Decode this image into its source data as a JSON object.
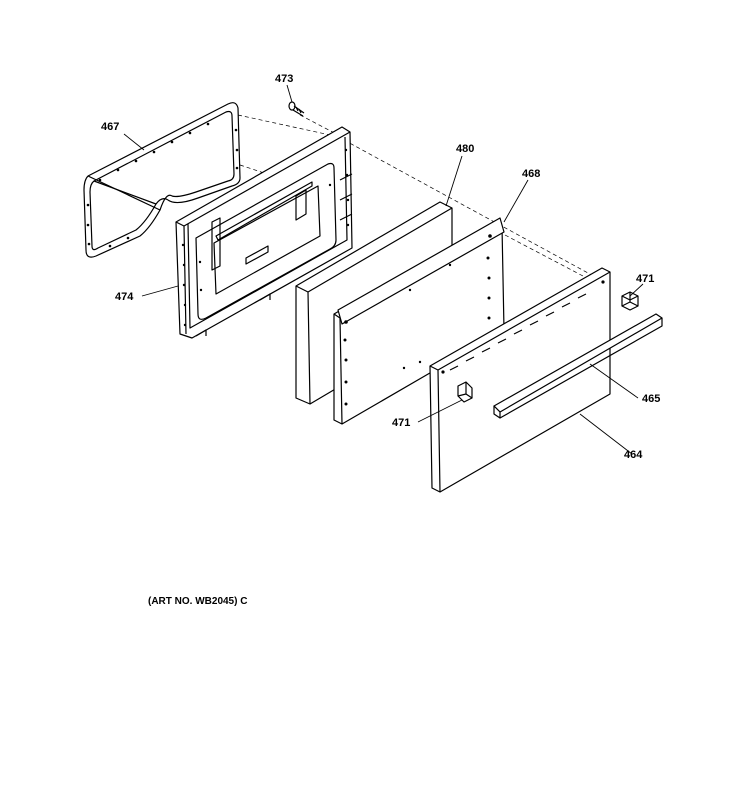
{
  "callouts": {
    "p467": "467",
    "p473": "473",
    "p480": "480",
    "p468": "468",
    "p474": "474",
    "p471_right": "471",
    "p465": "465",
    "p471_left": "471",
    "p464": "464"
  },
  "art_number": "(ART NO. WB2045) C"
}
